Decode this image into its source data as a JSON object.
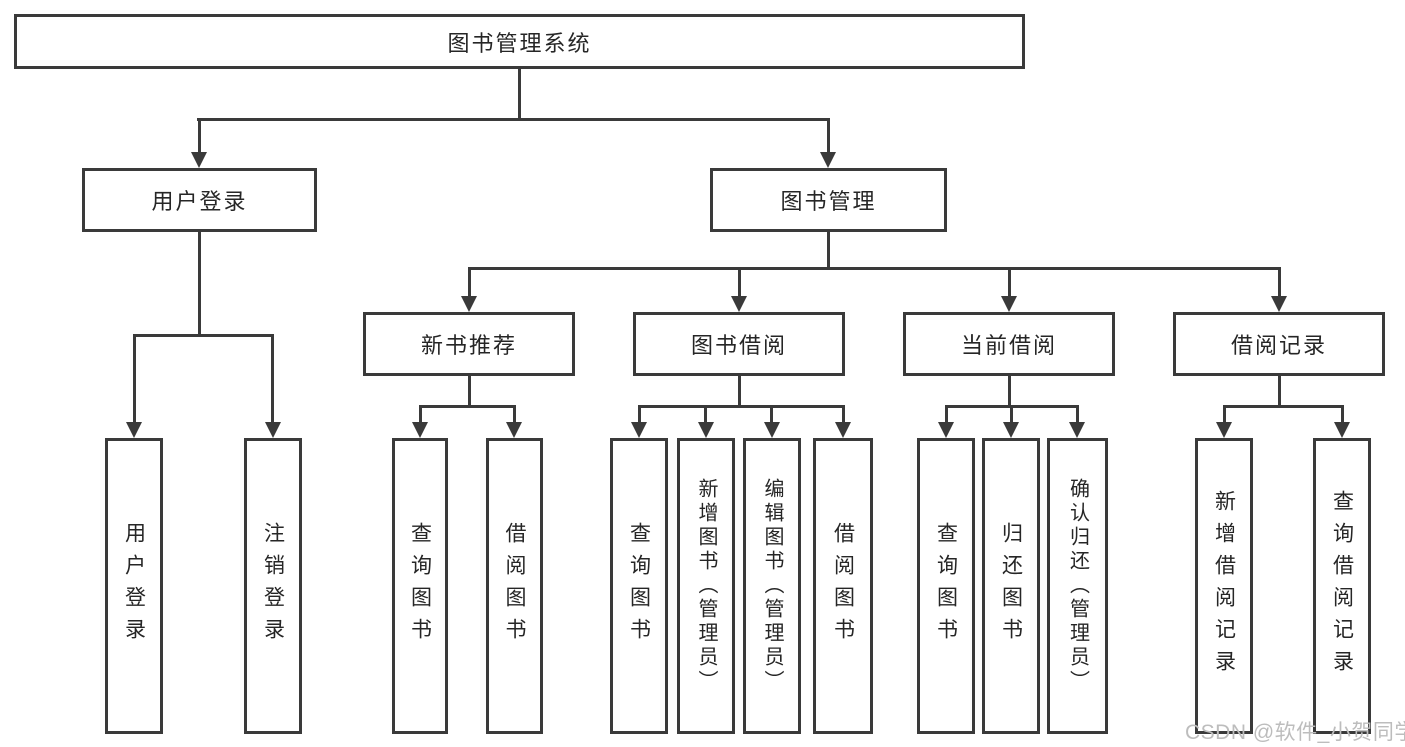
{
  "diagram": {
    "root": {
      "label": "图书管理系统"
    },
    "user_login": {
      "label": "用户登录",
      "children": [
        {
          "label": "用户登录"
        },
        {
          "label": "注销登录"
        }
      ]
    },
    "book_management": {
      "label": "图书管理",
      "children": [
        {
          "label": "新书推荐",
          "children": [
            {
              "label": "查询图书"
            },
            {
              "label": "借阅图书"
            }
          ]
        },
        {
          "label": "图书借阅",
          "children": [
            {
              "label": "查询图书"
            },
            {
              "label": "新增图书（管理员）"
            },
            {
              "label": "编辑图书（管理员）"
            },
            {
              "label": "借阅图书"
            }
          ]
        },
        {
          "label": "当前借阅",
          "children": [
            {
              "label": "查询图书"
            },
            {
              "label": "归还图书"
            },
            {
              "label": "确认归还（管理员）"
            }
          ]
        },
        {
          "label": "借阅记录",
          "children": [
            {
              "label": "新增借阅记录"
            },
            {
              "label": "查询借阅记录"
            }
          ]
        }
      ]
    },
    "watermark": {
      "text": "CSDN @软件_小贺同学"
    },
    "colors": {
      "line": "#3a3a3a",
      "text": "#262626",
      "background": "#ffffff",
      "watermark": "#bdbdbd"
    }
  }
}
